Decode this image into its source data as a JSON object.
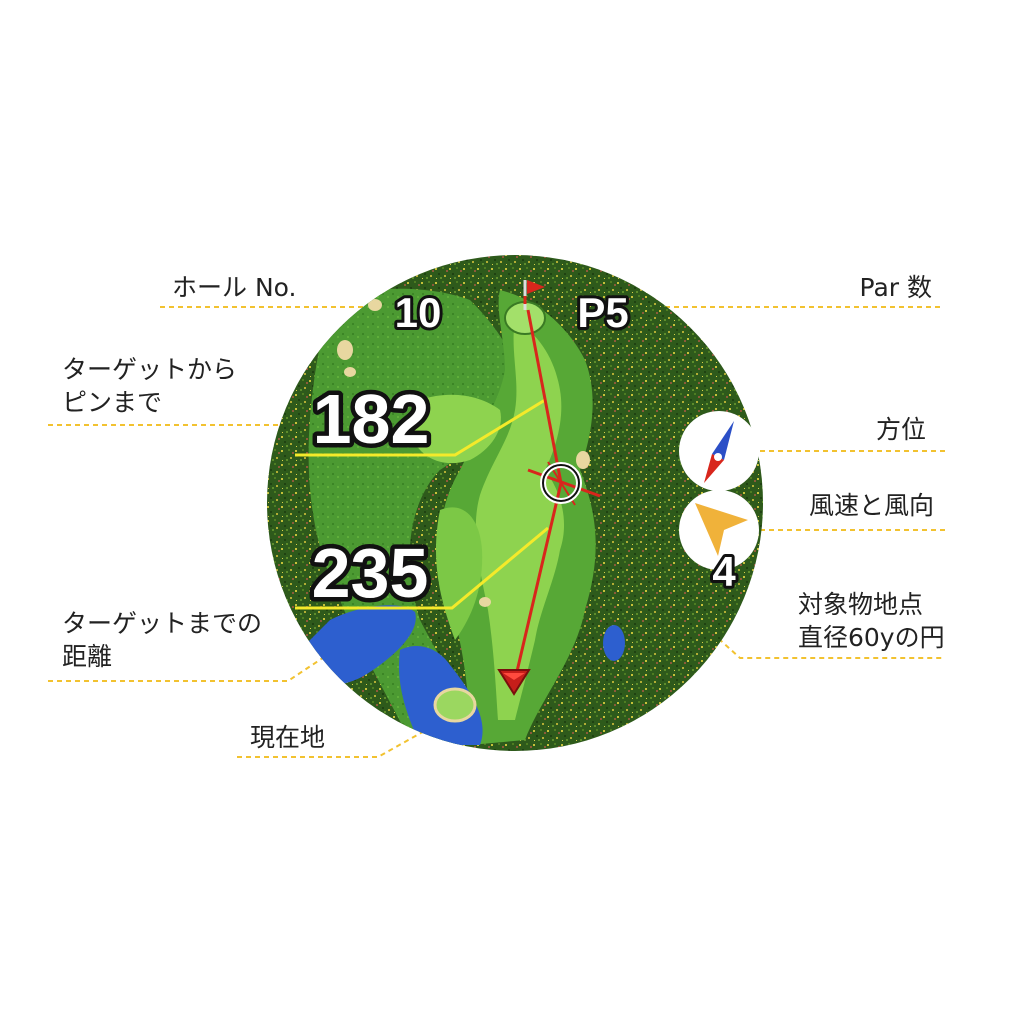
{
  "watch_screen": {
    "hole_number": "10",
    "par": "P5",
    "distance_target_to_pin": "182",
    "distance_to_target": "235",
    "wind_speed": "4",
    "icons": {
      "flag": "pin-flag-icon",
      "compass": "compass-needle-icon",
      "wind": "wind-direction-arrow-icon",
      "target": "target-circle-icon",
      "player": "current-position-icon"
    }
  },
  "callouts": {
    "hole_no": "ホール No.",
    "par_count": "Par 数",
    "target_to_pin_line1": "ターゲットから",
    "target_to_pin_line2": "ピンまで",
    "bearing": "方位",
    "wind": "風速と風向",
    "target_distance_line1": "ターゲットまでの",
    "target_distance_line2": "距離",
    "target_circle_line1": "対象物地点",
    "target_circle_line2": "直径60yの円",
    "current_position": "現在地"
  },
  "colors": {
    "leader_line": "#f2c230",
    "forest": "#2f5a1c",
    "rough": "#5fae3a",
    "fairway": "#8ed34f",
    "water": "#2d5fcf",
    "distance_line": "#f4ea2a",
    "shot_line": "#d8261c",
    "wind_arrow": "#f0b23a"
  }
}
